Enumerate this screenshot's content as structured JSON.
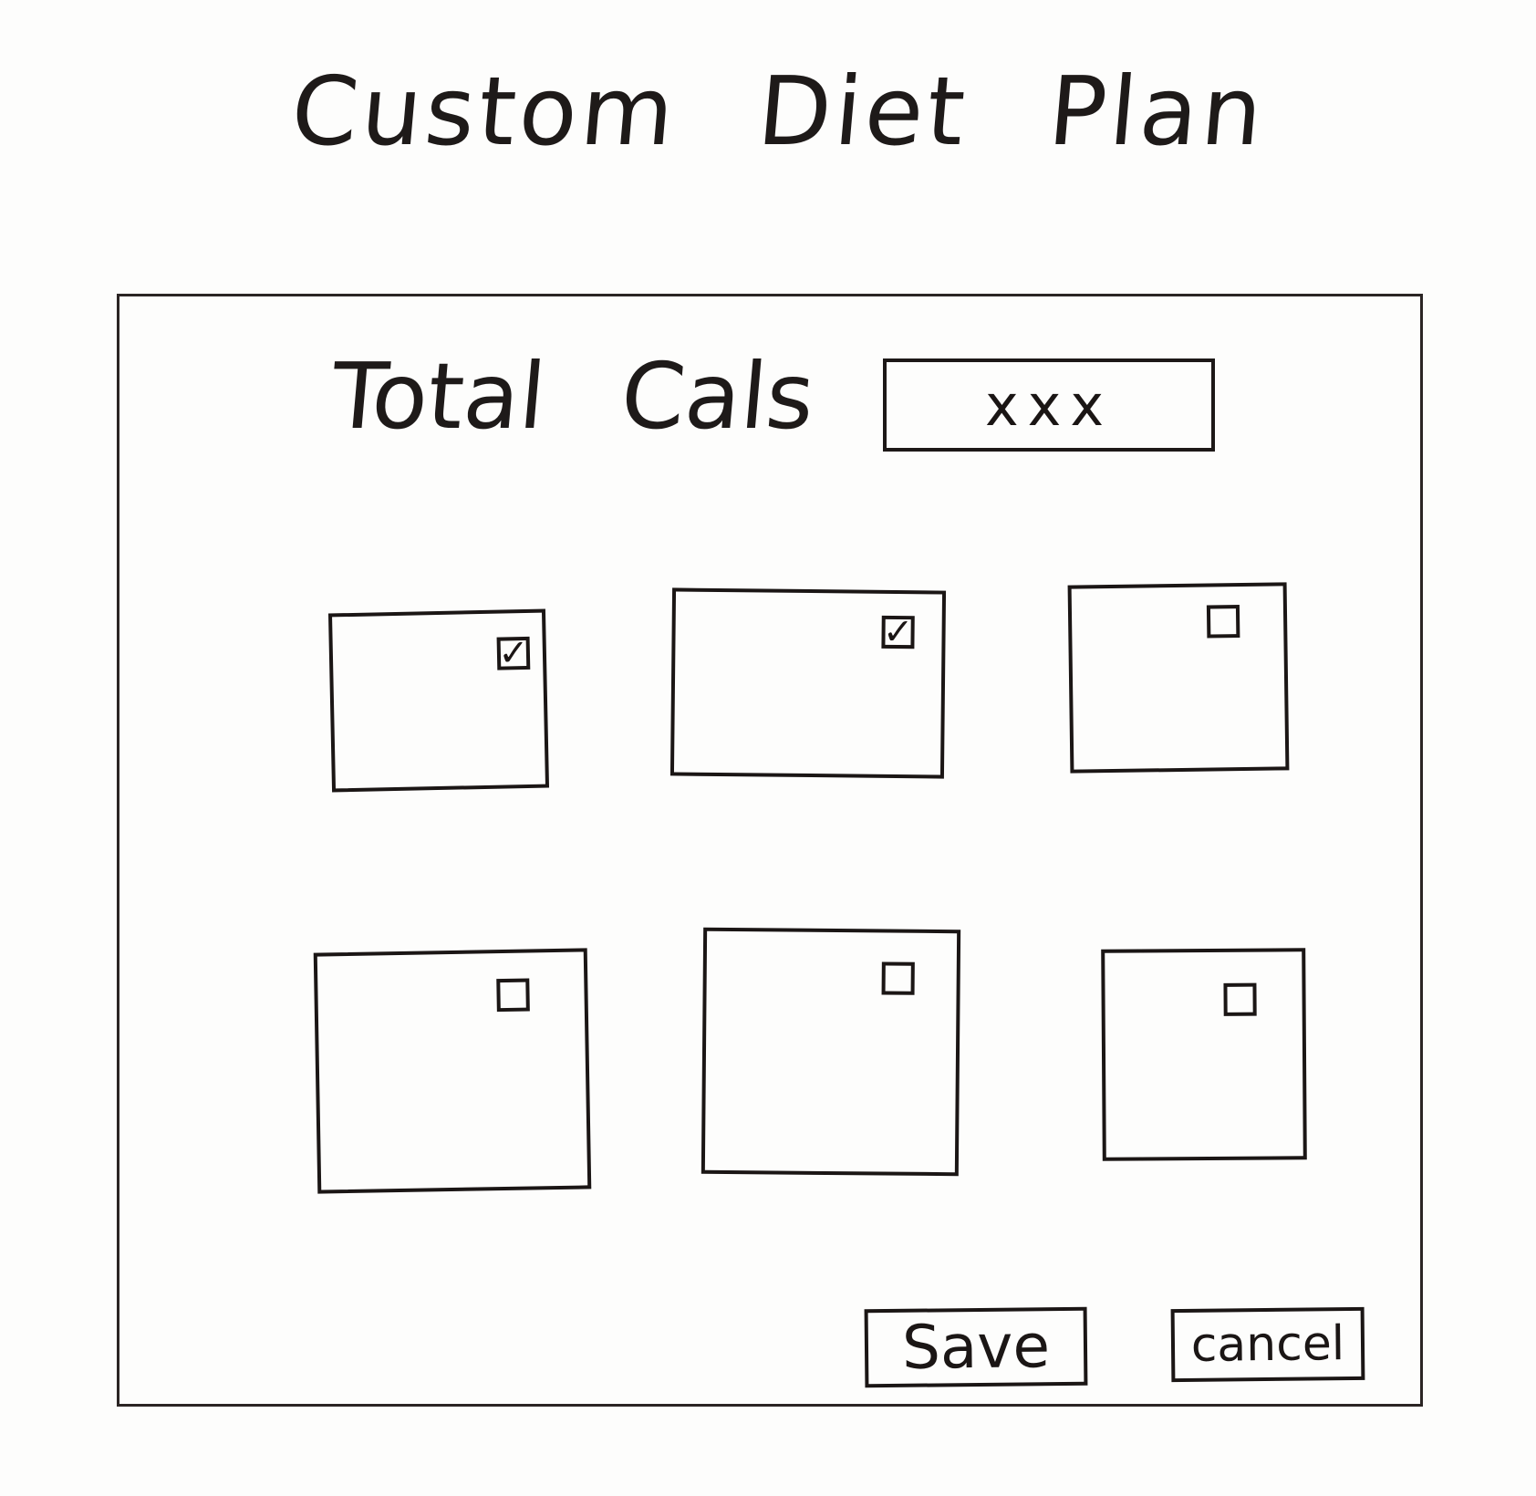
{
  "page": {
    "title": "Custom Diet Plan"
  },
  "calories": {
    "label": "Total Cals",
    "value": "xxx"
  },
  "items": [
    {
      "checked": true
    },
    {
      "checked": true
    },
    {
      "checked": false
    },
    {
      "checked": false
    },
    {
      "checked": false
    },
    {
      "checked": false
    }
  ],
  "actions": {
    "save_label": "Save",
    "cancel_label": "cancel"
  },
  "colors": {
    "ink": "#1b1615",
    "paper": "#fdfdfc"
  }
}
